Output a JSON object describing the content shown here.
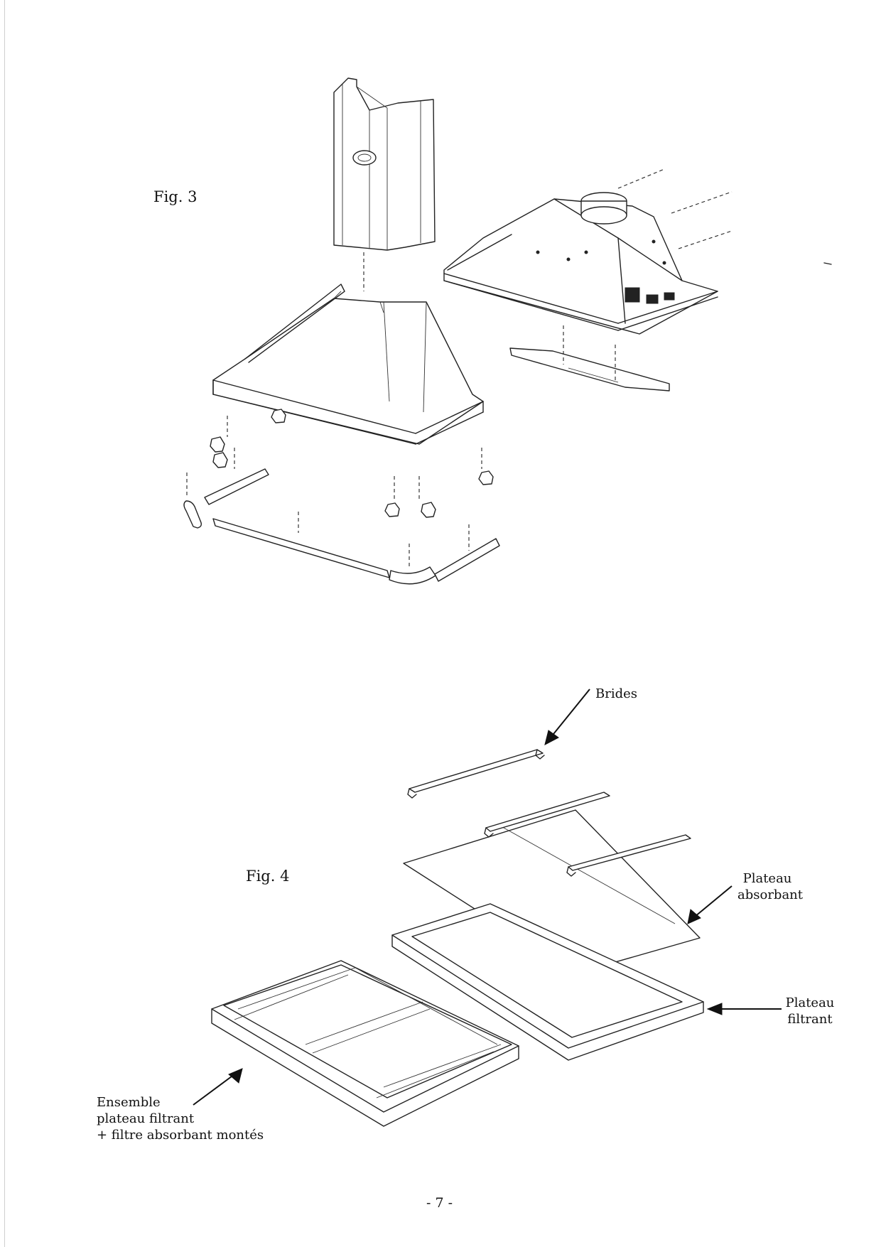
{
  "figures": {
    "fig3": {
      "label": "Fig. 3"
    },
    "fig4": {
      "label": "Fig. 4",
      "callouts": {
        "brides": "Brides",
        "plateau_absorbant": [
          "Plateau",
          "absorbant"
        ],
        "plateau_filtrant": [
          "Plateau",
          "filtrant"
        ],
        "ensemble": [
          "Ensemble",
          "plateau filtrant",
          "+ filtre absorbant montés"
        ]
      }
    }
  },
  "footer": {
    "page_number": "- 7 -"
  }
}
